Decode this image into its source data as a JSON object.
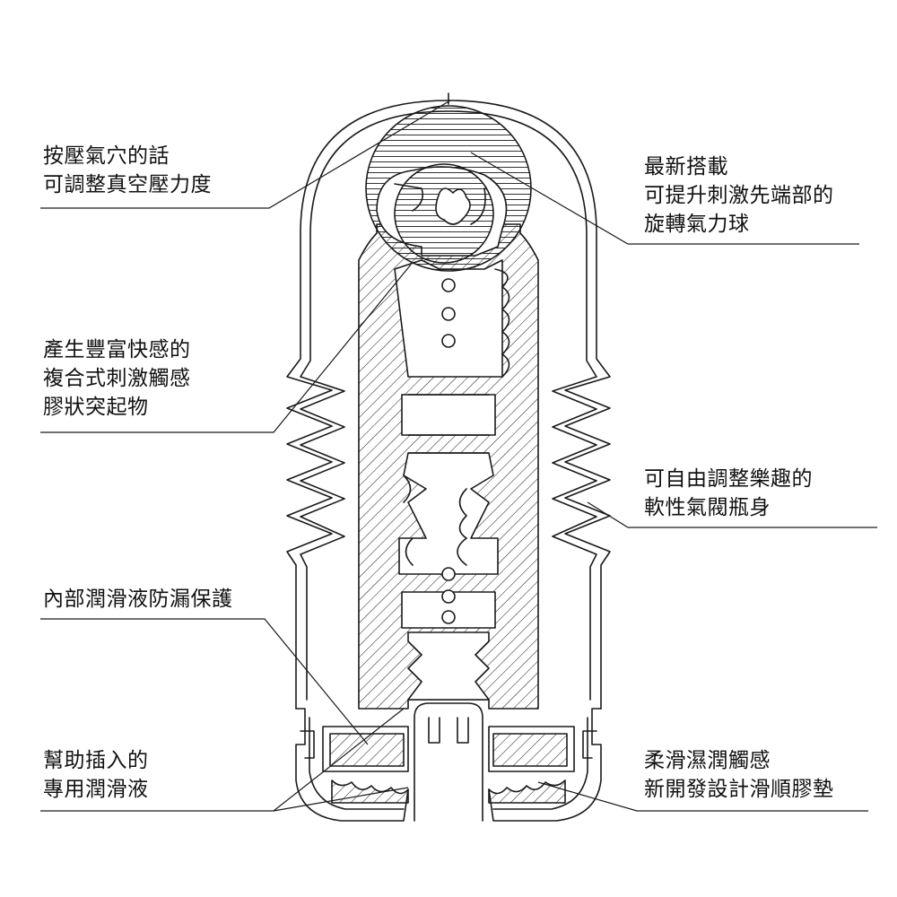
{
  "labels": {
    "air_hole": {
      "lines": [
        "按壓氣穴的話",
        "可調整真空壓力度"
      ]
    },
    "ball": {
      "lines": [
        "最新搭載",
        "可提升刺激先端部的",
        "旋轉氣力球"
      ]
    },
    "bumps": {
      "lines": [
        "產生豐富快感的",
        "複合式刺激觸感",
        "膠狀突起物"
      ]
    },
    "bottle": {
      "lines": [
        "可自由調整樂趣的",
        "軟性氣閥瓶身"
      ]
    },
    "leak": {
      "lines": [
        "內部潤滑液防漏保護"
      ]
    },
    "lube": {
      "lines": [
        "幫助插入的",
        "專用潤滑液"
      ]
    },
    "pad": {
      "lines": [
        "柔滑濕潤觸感",
        "新開發設計滑順膠墊"
      ]
    }
  },
  "colors": {
    "line": "#1a1a1a",
    "background": "#ffffff"
  }
}
